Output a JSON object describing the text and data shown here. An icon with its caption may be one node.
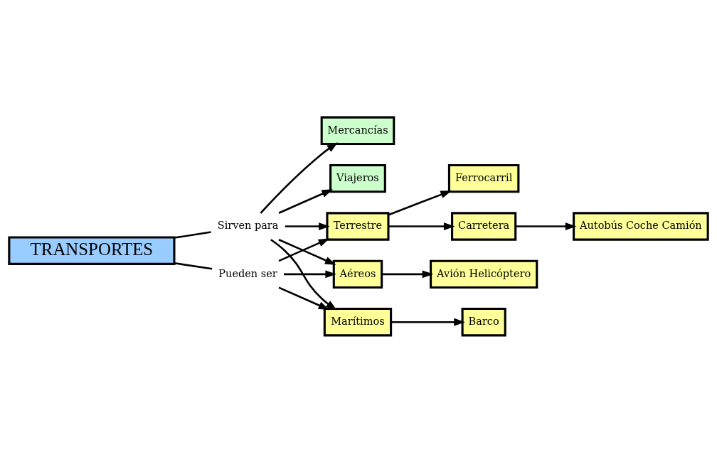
{
  "diagram": {
    "nodes": [
      {
        "text": [
          "TRANSPORTES"
        ]
      },
      {
        "text": [
          "Pueden ser"
        ]
      },
      {
        "text": [
          "Sirven para"
        ]
      },
      {
        "text": [
          "Terrestre"
        ]
      },
      {
        "text": [
          "Ferrocarril"
        ]
      },
      {
        "text": [
          "Carretera"
        ]
      },
      {
        "text": [
          "Autobús Coche Camión"
        ]
      },
      {
        "text": [
          "Viajeros"
        ]
      },
      {
        "text": [
          "Mercancías"
        ]
      },
      {
        "text": [
          "Aéreos"
        ]
      },
      {
        "text": [
          "Avión Helicóptero"
        ]
      },
      {
        "text": [
          "Marítimos"
        ]
      },
      {
        "text": [
          "Barco"
        ]
      }
    ],
    "edges": [
      {
        "from": 0,
        "to": 1,
        "arrow": "none"
      },
      {
        "from": 1,
        "to": 3,
        "arrow": "to"
      },
      {
        "from": 1,
        "to": 9,
        "arrow": "to"
      },
      {
        "from": 1,
        "to": 11,
        "arrow": "to"
      },
      {
        "from": 0,
        "to": 2,
        "arrow": "none"
      },
      {
        "from": 2,
        "to": 7,
        "arrow": "to"
      },
      {
        "from": 2,
        "to": 8,
        "arrow": "to"
      },
      {
        "from": 2,
        "to": 3,
        "arrow": "to"
      },
      {
        "from": 2,
        "to": 9,
        "arrow": "to"
      },
      {
        "from": 2,
        "to": 11,
        "arrow": "to"
      },
      {
        "from": 3,
        "to": 4,
        "arrow": "to"
      },
      {
        "from": 3,
        "to": 5,
        "arrow": "to"
      },
      {
        "from": 5,
        "to": 6,
        "arrow": "to"
      },
      {
        "from": 9,
        "to": 10,
        "arrow": "to"
      },
      {
        "from": 11,
        "to": 12,
        "arrow": "to"
      }
    ]
  }
}
